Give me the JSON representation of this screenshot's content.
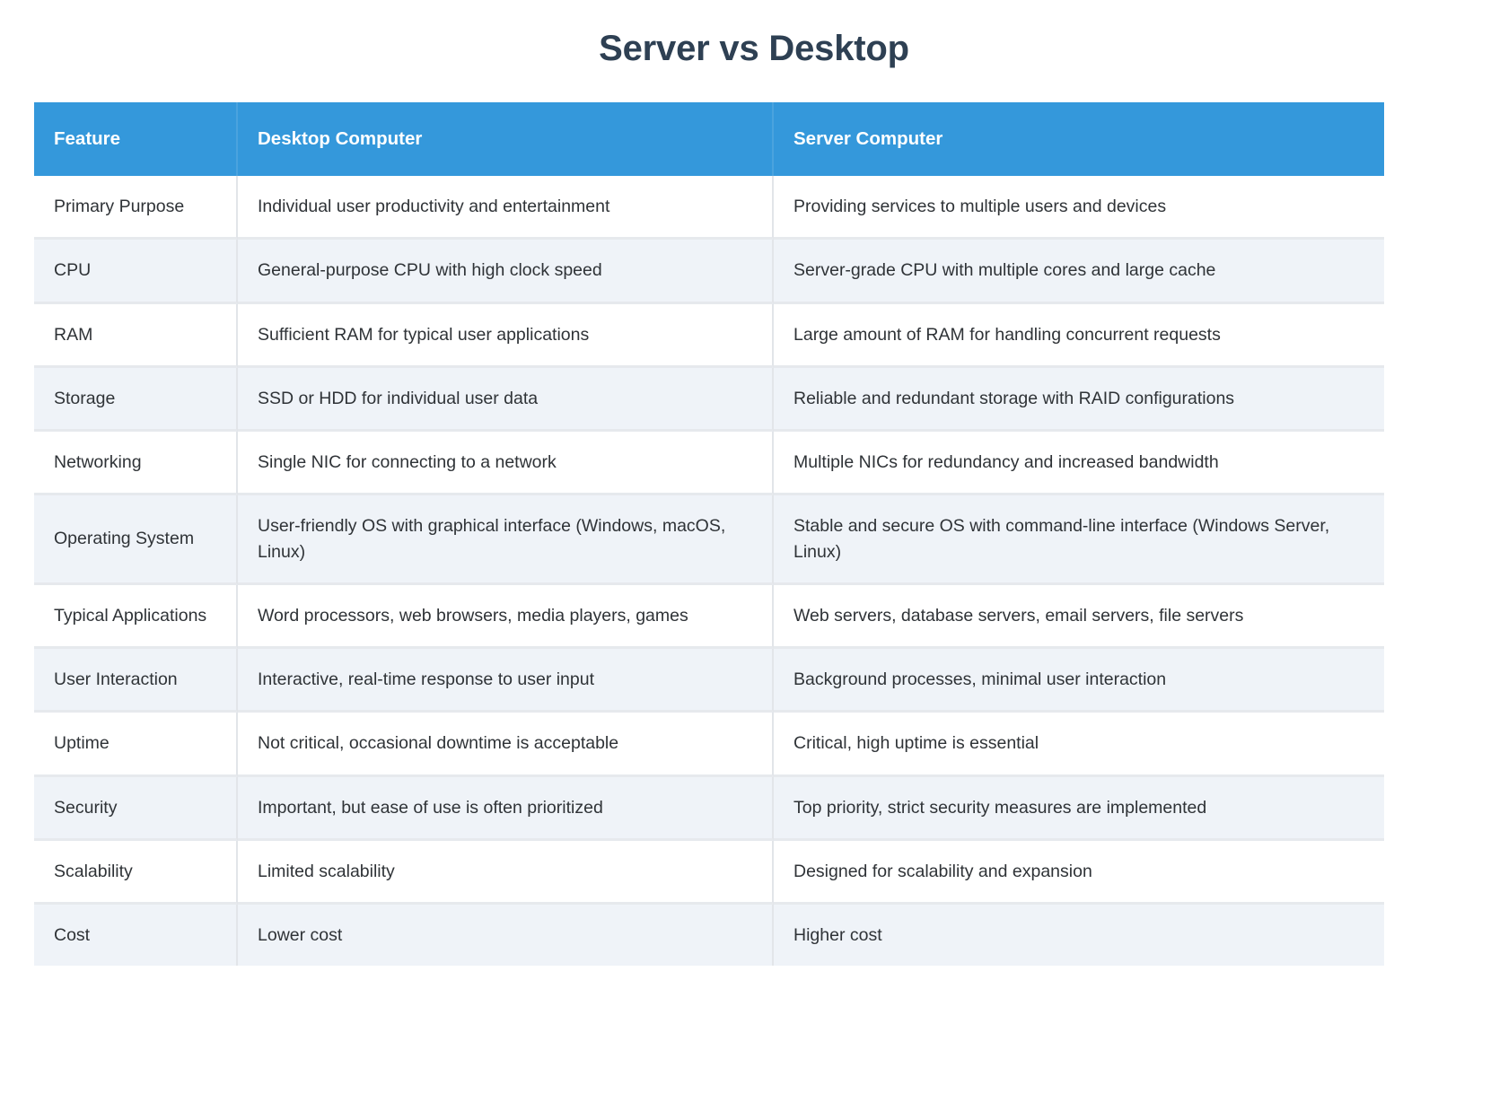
{
  "page": {
    "title": "Server vs Desktop",
    "accent_color": "#3498db",
    "title_color": "#2e4053",
    "alt_row_color": "#eff3f8",
    "border_color": "#e2e5e9"
  },
  "table": {
    "headers": [
      "Feature",
      "Desktop Computer",
      "Server Computer"
    ],
    "rows": [
      {
        "feature": "Primary Purpose",
        "desktop": "Individual user productivity and entertainment",
        "server": "Providing services to multiple users and devices"
      },
      {
        "feature": "CPU",
        "desktop": "General-purpose CPU with high clock speed",
        "server": "Server-grade CPU with multiple cores and large cache"
      },
      {
        "feature": "RAM",
        "desktop": "Sufficient RAM for typical user applications",
        "server": "Large amount of RAM for handling concurrent requests"
      },
      {
        "feature": "Storage",
        "desktop": "SSD or HDD for individual user data",
        "server": "Reliable and redundant storage with RAID configurations"
      },
      {
        "feature": "Networking",
        "desktop": "Single NIC for connecting to a network",
        "server": "Multiple NICs for redundancy and increased bandwidth"
      },
      {
        "feature": "Operating System",
        "desktop": "User-friendly OS with graphical interface (Windows, macOS, Linux)",
        "server": "Stable and secure OS with command-line interface (Windows Server, Linux)"
      },
      {
        "feature": "Typical Applications",
        "desktop": "Word processors, web browsers, media players, games",
        "server": "Web servers, database servers, email servers, file servers"
      },
      {
        "feature": "User Interaction",
        "desktop": "Interactive, real-time response to user input",
        "server": "Background processes, minimal user interaction"
      },
      {
        "feature": "Uptime",
        "desktop": "Not critical, occasional downtime is acceptable",
        "server": "Critical, high uptime is essential"
      },
      {
        "feature": "Security",
        "desktop": "Important, but ease of use is often prioritized",
        "server": "Top priority, strict security measures are implemented"
      },
      {
        "feature": "Scalability",
        "desktop": "Limited scalability",
        "server": "Designed for scalability and expansion"
      },
      {
        "feature": "Cost",
        "desktop": "Lower cost",
        "server": "Higher cost"
      }
    ]
  }
}
